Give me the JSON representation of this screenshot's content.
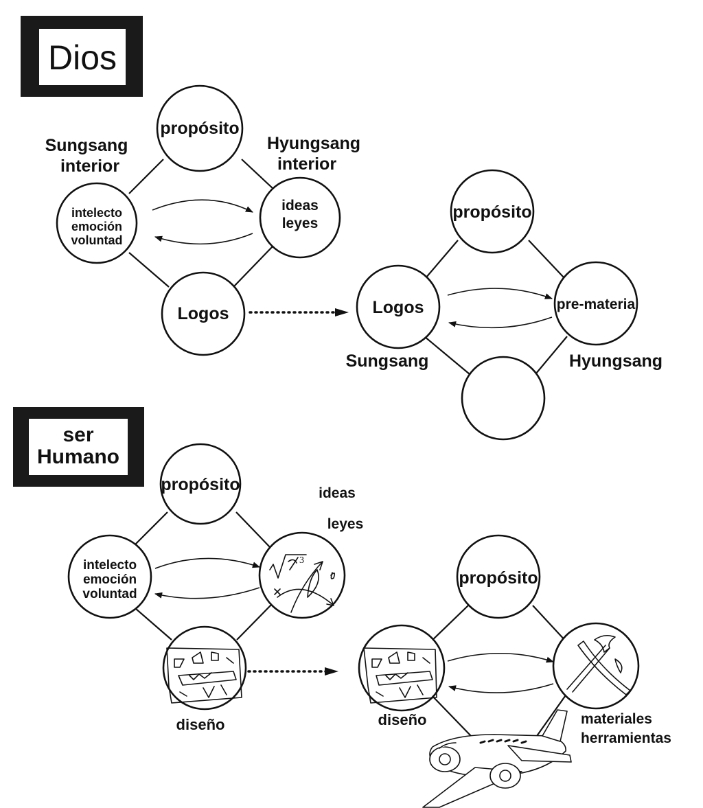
{
  "dios_section": {
    "title": "Dios",
    "left_diagram": {
      "top": "propósito",
      "left_label_line1": "Sungsang",
      "left_label_line2": "interior",
      "right_label_line1": "Hyungsang",
      "right_label_line2": "interior",
      "left_circle": [
        "intelecto",
        "emoción",
        "voluntad"
      ],
      "right_circle": [
        "ideas",
        "leyes"
      ],
      "bottom": "Logos"
    },
    "right_diagram": {
      "top": "propósito",
      "left": "Logos",
      "right": "pre-materia",
      "left_label": "Sungsang",
      "right_label": "Hyungsang"
    }
  },
  "human_section": {
    "title_line1": "ser",
    "title_line2": "Humano",
    "left_diagram": {
      "top": "propósito",
      "left_circle": [
        "intelecto",
        "emoción",
        "voluntad"
      ],
      "right_label_1": "ideas",
      "right_label_2": "leyes",
      "bottom_label": "diseño",
      "right_circle_icon": "math-sketch-icon",
      "bottom_circle_icon": "blueprint-sketch-icon"
    },
    "right_diagram": {
      "top": "propósito",
      "left_label": "diseño",
      "right_label_1": "materiales",
      "right_label_2": "herramientas",
      "left_circle_icon": "blueprint-sketch-icon",
      "right_circle_icon": "tools-sketch-icon",
      "bottom_icon": "airplane-icon"
    }
  }
}
